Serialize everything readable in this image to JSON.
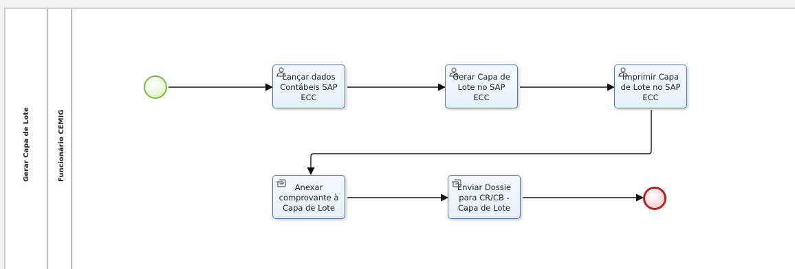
{
  "pool": {
    "label": "Gerar Capa de Lote"
  },
  "lane": {
    "label": "Funcionário CEMIG"
  },
  "events": {
    "start": "start-event",
    "end": "end-event"
  },
  "tasks": {
    "lancar": "Lançar dados Contábeis SAP ECC",
    "gerar": "Gerar Capa de Lote no SAP ECC",
    "imprimir": "Imprimir Capa de Lote no SAP ECC",
    "anexar": "Anexar comprovante à Capa de Lote",
    "enviar": "Enviar Dossie para CR/CB - Capa de Lote"
  },
  "icons": {
    "user_task": "user-icon",
    "manual_task": "hand-icon"
  },
  "colors": {
    "task_border": "#4a79b8",
    "start_border": "#79b83f",
    "end_border": "#b32222",
    "flow": "#111111"
  }
}
